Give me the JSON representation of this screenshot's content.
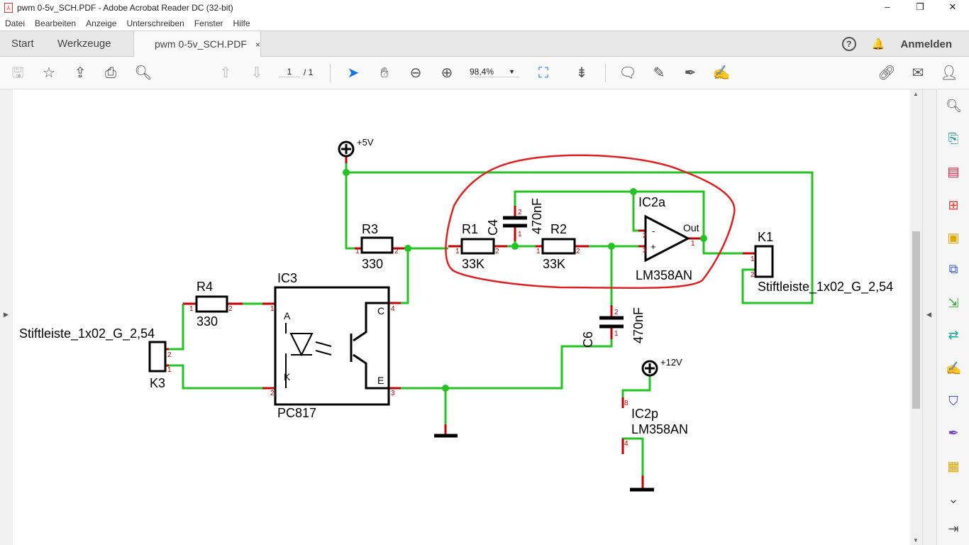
{
  "window": {
    "title": "pwm 0-5v_SCH.PDF - Adobe Acrobat Reader DC (32-bit)",
    "controls": [
      "–",
      "❐",
      "✕"
    ]
  },
  "menu": [
    "Datei",
    "Bearbeiten",
    "Anzeige",
    "Unterschreiben",
    "Fenster",
    "Hilfe"
  ],
  "tabs": {
    "start": "Start",
    "tools": "Werkzeuge",
    "doc": "pwm 0-5v_SCH.PDF",
    "close": "×"
  },
  "header": {
    "help": "?",
    "signin": "Anmelden"
  },
  "toolbar": {
    "page_current": "1",
    "page_total": "/ 1",
    "zoom": "98,4%"
  },
  "schematic": {
    "plus5v": "+5V",
    "plus12v": "+12V",
    "r3": {
      "name": "R3",
      "value": "330"
    },
    "r4": {
      "name": "R4",
      "value": "330"
    },
    "r1": {
      "name": "R1",
      "value": "33K"
    },
    "r2": {
      "name": "R2",
      "value": "33K"
    },
    "c4": {
      "name": "C4",
      "value": "470nF"
    },
    "c6": {
      "name": "C6",
      "value": "470nF"
    },
    "ic2a": {
      "name": "IC2a",
      "value": "LM358AN",
      "out": "Out",
      "minus": "-",
      "plus": "+"
    },
    "ic2p": {
      "name": "IC2p",
      "value": "LM358AN"
    },
    "ic3": {
      "name": "IC3",
      "value": "PC817",
      "a": "A",
      "k": "K",
      "c": "C",
      "e": "E"
    },
    "k1": {
      "name": "K1",
      "value": "Stiftleiste_1x02_G_2,54"
    },
    "k3": {
      "name": "K3",
      "value": "Stiftleiste_1x02_G_2,54"
    },
    "pins": {
      "p1": "1",
      "p2": "2",
      "p3": "3",
      "p4": "4",
      "p8": "8"
    }
  },
  "colors": {
    "wire": "#22c322",
    "pin": "#c00000",
    "annotation": "#e02020",
    "accent": "#1473e6"
  }
}
